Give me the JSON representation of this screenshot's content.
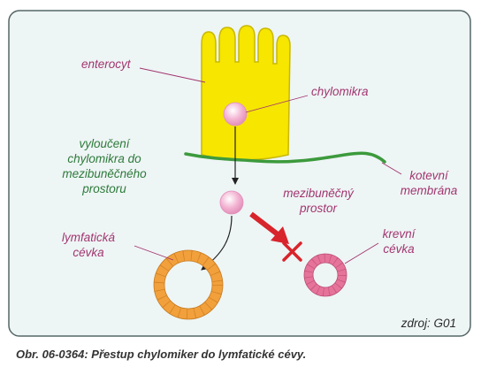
{
  "labels": {
    "enterocyte": "enterocyt",
    "chylomicron": "chylomikra",
    "excretion": [
      "vyloučení",
      "chylomikra do",
      "mezibuněčného",
      "prostoru"
    ],
    "anchoring_membrane": [
      "kotevní",
      "membrána"
    ],
    "interstitial_space": [
      "mezibuněčný",
      "prostor"
    ],
    "lymphatic_vessel": [
      "lymfatická",
      "cévka"
    ],
    "blood_vessel": [
      "krevní",
      "cévka"
    ],
    "source": "zdroj: G01"
  },
  "caption": "Obr. 06-0364:  Přestup chylomiker do lymfatické cévy.",
  "colors": {
    "panel_bg": "#eef5f5",
    "panel_border": "#556666",
    "cell_fill": "#f6e600",
    "cell_stroke": "#c9b800",
    "membrane": "#3c9a3c",
    "droplet": "#f3b3d2",
    "lymph_vessel": "#f2a03c",
    "blood_vessel": "#e6739a",
    "arrow_red": "#d8242b",
    "label_magenta": "#a1356f",
    "label_green": "#2d7a3a"
  },
  "icons": {
    "blocked_mark": "red-x-icon"
  }
}
